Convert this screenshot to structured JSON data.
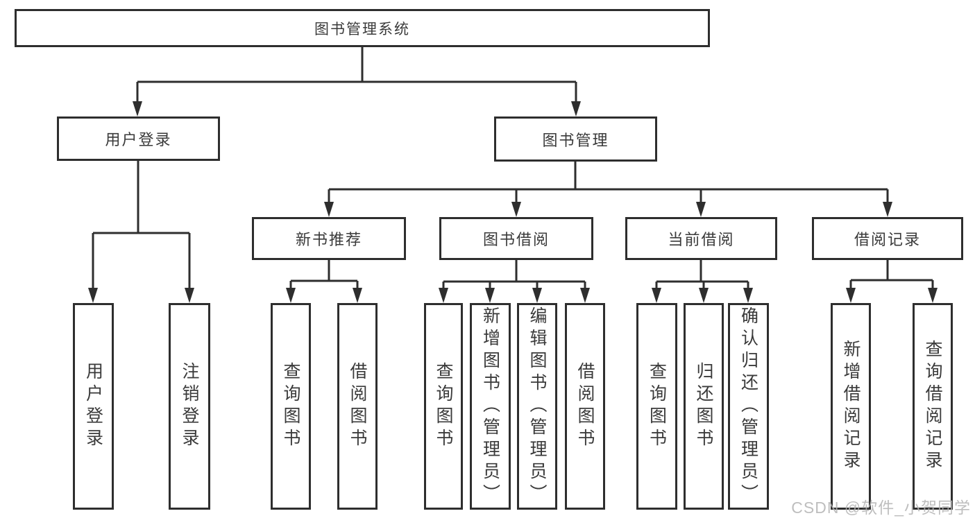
{
  "diagram": {
    "title": "图书管理系统",
    "branches": {
      "user_login": {
        "label": "用户登录",
        "children": [
          "用户登录",
          "注销登录"
        ]
      },
      "book_management": {
        "label": "图书管理",
        "groups": {
          "new_book": {
            "label": "新书推荐",
            "children": [
              "查询图书",
              "借阅图书"
            ]
          },
          "book_borrow": {
            "label": "图书借阅",
            "children": [
              "查询图书",
              "新增图书（管理员）",
              "编辑图书（管理员）",
              "借阅图书"
            ]
          },
          "current_borrow": {
            "label": "当前借阅",
            "children": [
              "查询图书",
              "归还图书",
              "确认归还（管理员）"
            ]
          },
          "borrow_record": {
            "label": "借阅记录",
            "children": [
              "新增借阅记录",
              "查询借阅记录"
            ]
          }
        }
      }
    },
    "colors": {
      "line": "#2e2e2e",
      "text": "#3a3a3a",
      "box_background": "#ffffff"
    }
  },
  "watermark": "CSDN @软件_小贺同学"
}
